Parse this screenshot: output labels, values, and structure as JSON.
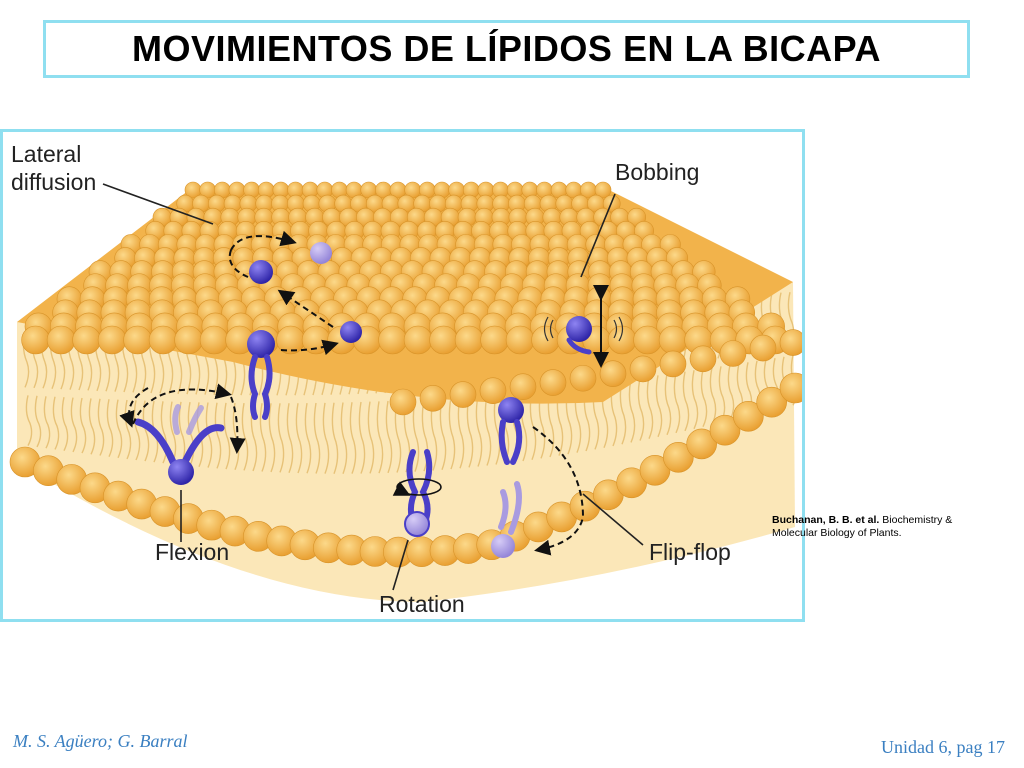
{
  "slide": {
    "title": "MOVIMIENTOS DE LÍPIDOS EN LA BICAPA",
    "citation_bold": "Buchanan, B. B. et al.",
    "citation_rest": " Biochemistry & Molecular Biology of Plants.",
    "footer_left": "M. S. Agüero; G. Barral",
    "footer_right": "Unidad 6, pag 17"
  },
  "diagram": {
    "labels": {
      "lateral_1": "Lateral",
      "lateral_2": "diffusion",
      "bobbing": "Bobbing",
      "flexion": "Flexion",
      "rotation": "Rotation",
      "flip_flop": "Flip-flop"
    }
  },
  "colors": {
    "frame": "#8fdff0",
    "head": "#f5b84a",
    "tail": "#f4d99c",
    "lipid_dark": "#4a3fc8",
    "lipid_light": "#a99be0",
    "footer": "#3a7fc1"
  }
}
